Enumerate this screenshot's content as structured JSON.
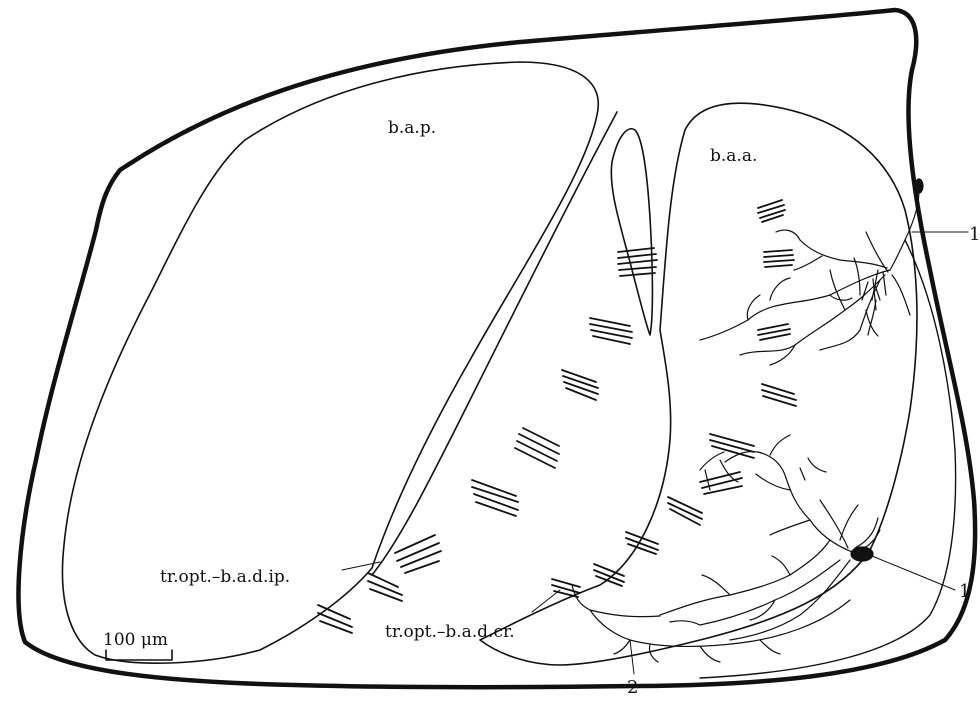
{
  "labels": {
    "lobe_posterior": "b.a.p.",
    "lobe_anterior": "b.a.a.",
    "tract_ipsilateral": "tr.opt.–b.a.d.ip.",
    "tract_crossed": "tr.opt.–b.a.d.cr.",
    "neuron_upper_number": "1",
    "neuron_lower_number": "1",
    "fibre_number": "2",
    "scale_bar": "100 μm"
  },
  "colors": {
    "ink": "#111111",
    "paper": "#ffffff"
  }
}
